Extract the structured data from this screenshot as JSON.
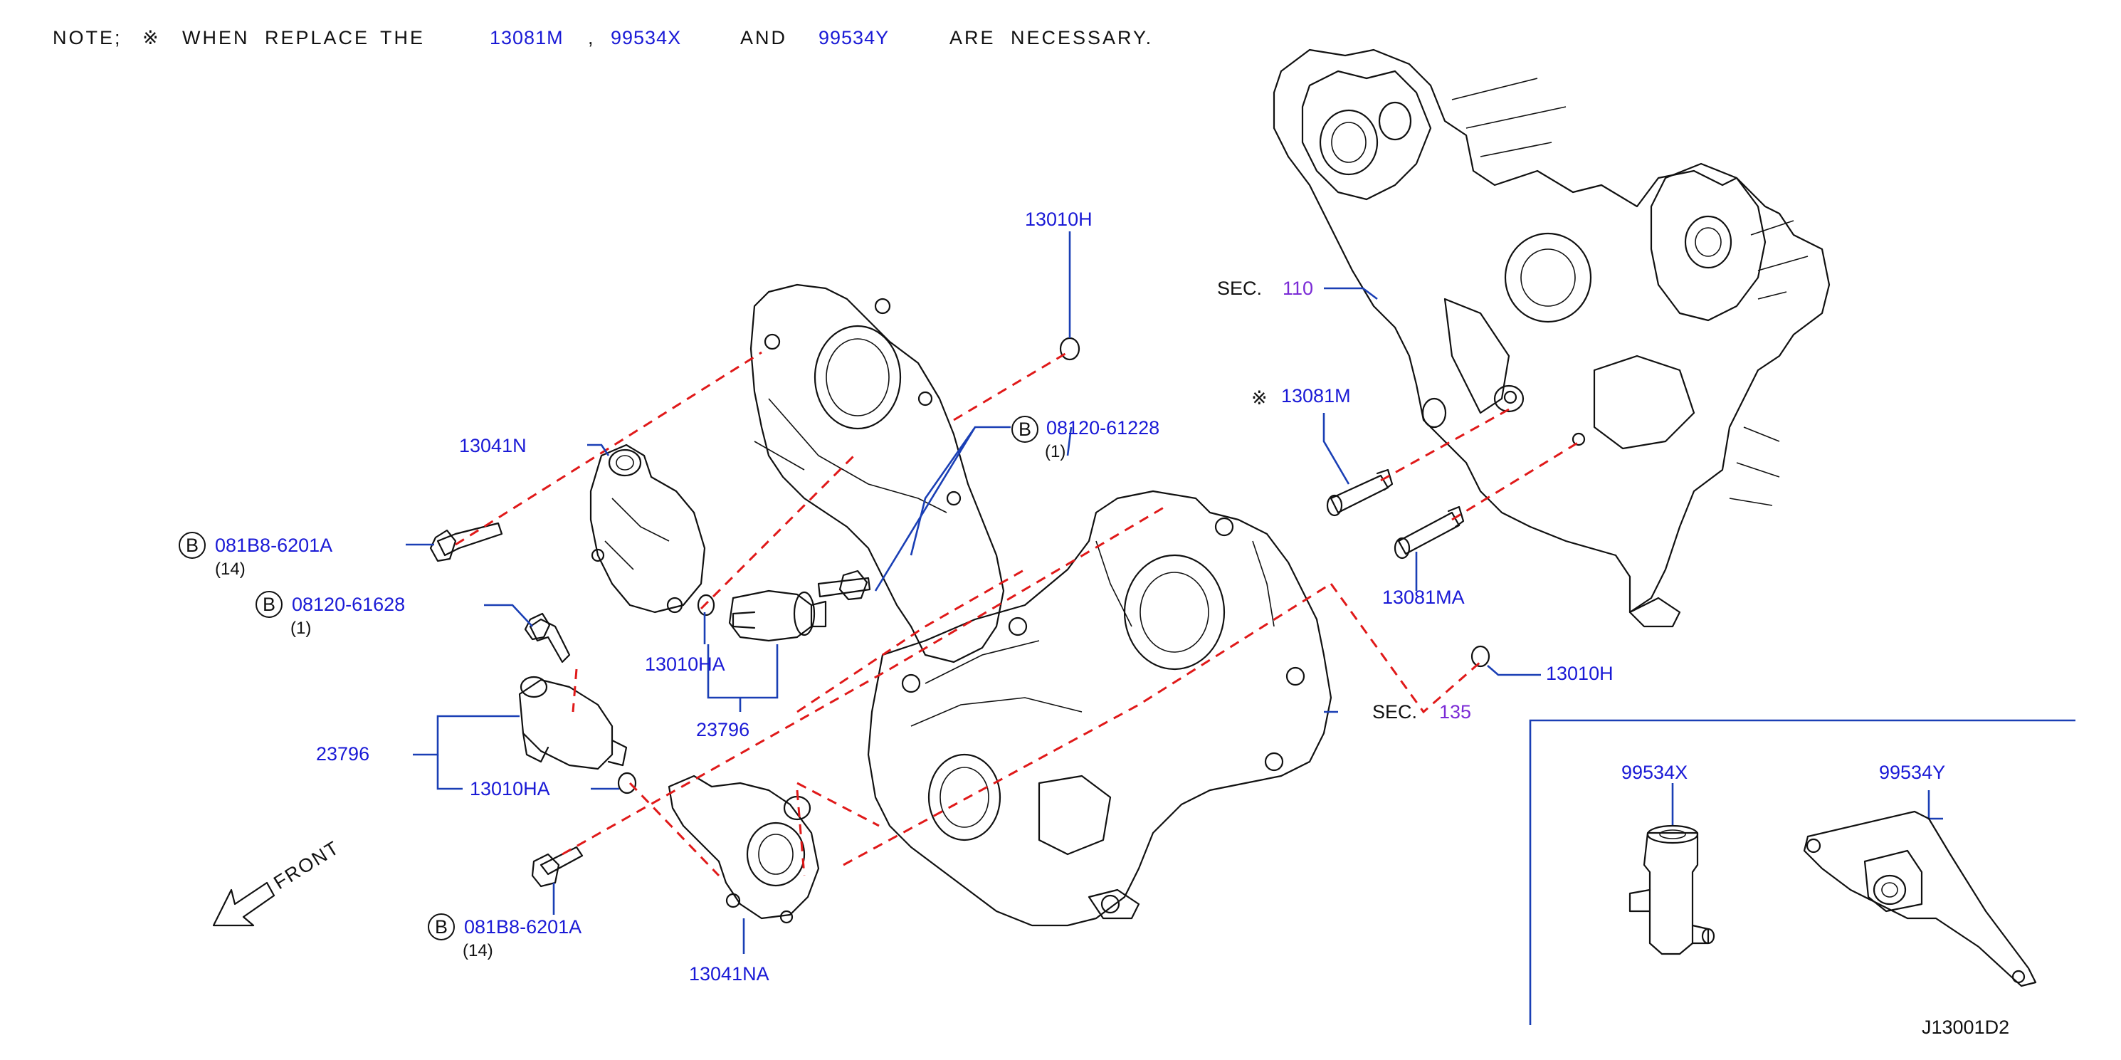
{
  "note": {
    "prefix": "NOTE;",
    "symbol": "※",
    "when": "WHEN",
    "replace": "REPLACE",
    "the": "THE",
    "part1": "13081M",
    "comma": ",",
    "part2": "99534X",
    "and": "AND",
    "part3": "99534Y",
    "are": "ARE",
    "necessary": "NECESSARY."
  },
  "labels": {
    "l13010H_top": "13010H",
    "sec110_word": "SEC.",
    "sec110_num": "110",
    "l13081M_sym": "※",
    "l13081M": "13081M",
    "l13041N": "13041N",
    "b08120_61228": "08120-61228",
    "b08120_61228_qty": "(1)",
    "b081B8_top": "081B8-6201A",
    "b081B8_top_qty": "(14)",
    "b08120_61628": "08120-61628",
    "b08120_61628_qty": "(1)",
    "l13010HA_mid": "13010HA",
    "l23796_mid": "23796",
    "l13081MA": "13081MA",
    "l13010H_right": "13010H",
    "sec135_word": "SEC.",
    "sec135_num": "135",
    "l23796_left": "23796",
    "l13010HA_left": "13010HA",
    "front": "FRONT",
    "b081B8_bot": "081B8-6201A",
    "b081B8_bot_qty": "(14)",
    "l13041NA": "13041NA",
    "l99534X": "99534X",
    "l99534Y": "99534Y",
    "bolt_symbol": "B",
    "diagram_code": "J13001D2"
  },
  "colors": {
    "label_blue": "#1a1ad6",
    "section_purple": "#7b2bd6",
    "leader_blue": "#1a3fb5",
    "dash_red": "#e01919"
  }
}
